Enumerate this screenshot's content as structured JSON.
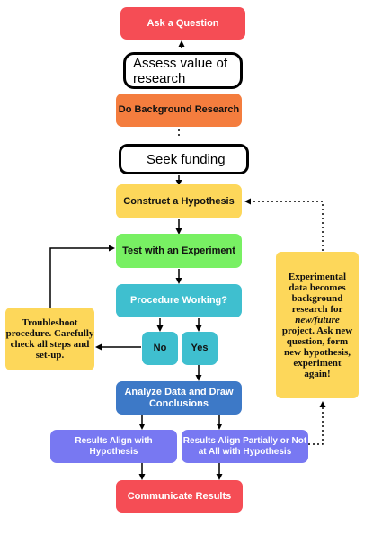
{
  "colors": {
    "red": "#f54d55",
    "orange": "#f47d3e",
    "yellow": "#fdd75a",
    "green": "#78f063",
    "cyan": "#3fbfcf",
    "blue": "#3d79c7",
    "purple": "#7878f2",
    "outline": "#000000"
  },
  "steps": {
    "ask_question": "Ask a Question",
    "assess_value": "Assess value of research",
    "background_research": "Do Background Research",
    "seek_funding": "Seek funding",
    "construct_hypothesis": "Construct a Hypothesis",
    "test_experiment": "Test with an Experiment",
    "procedure_working": "Procedure Working?",
    "no": "No",
    "yes": "Yes",
    "analyze": "Analyze Data and Draw Conclusions",
    "results_align": "Results Align with Hypothesis",
    "results_partial": "Results Align Partially or Not at All with Hypothesis",
    "communicate": "Communicate Results"
  },
  "notes": {
    "troubleshoot": "Troubleshoot procedure. Carefully check all steps and set-up.",
    "experimental_line1": "Experimental data becomes background research for",
    "experimental_emph": "new/future",
    "experimental_line2": "project. Ask new question, form new hypothesis, experiment again!"
  }
}
